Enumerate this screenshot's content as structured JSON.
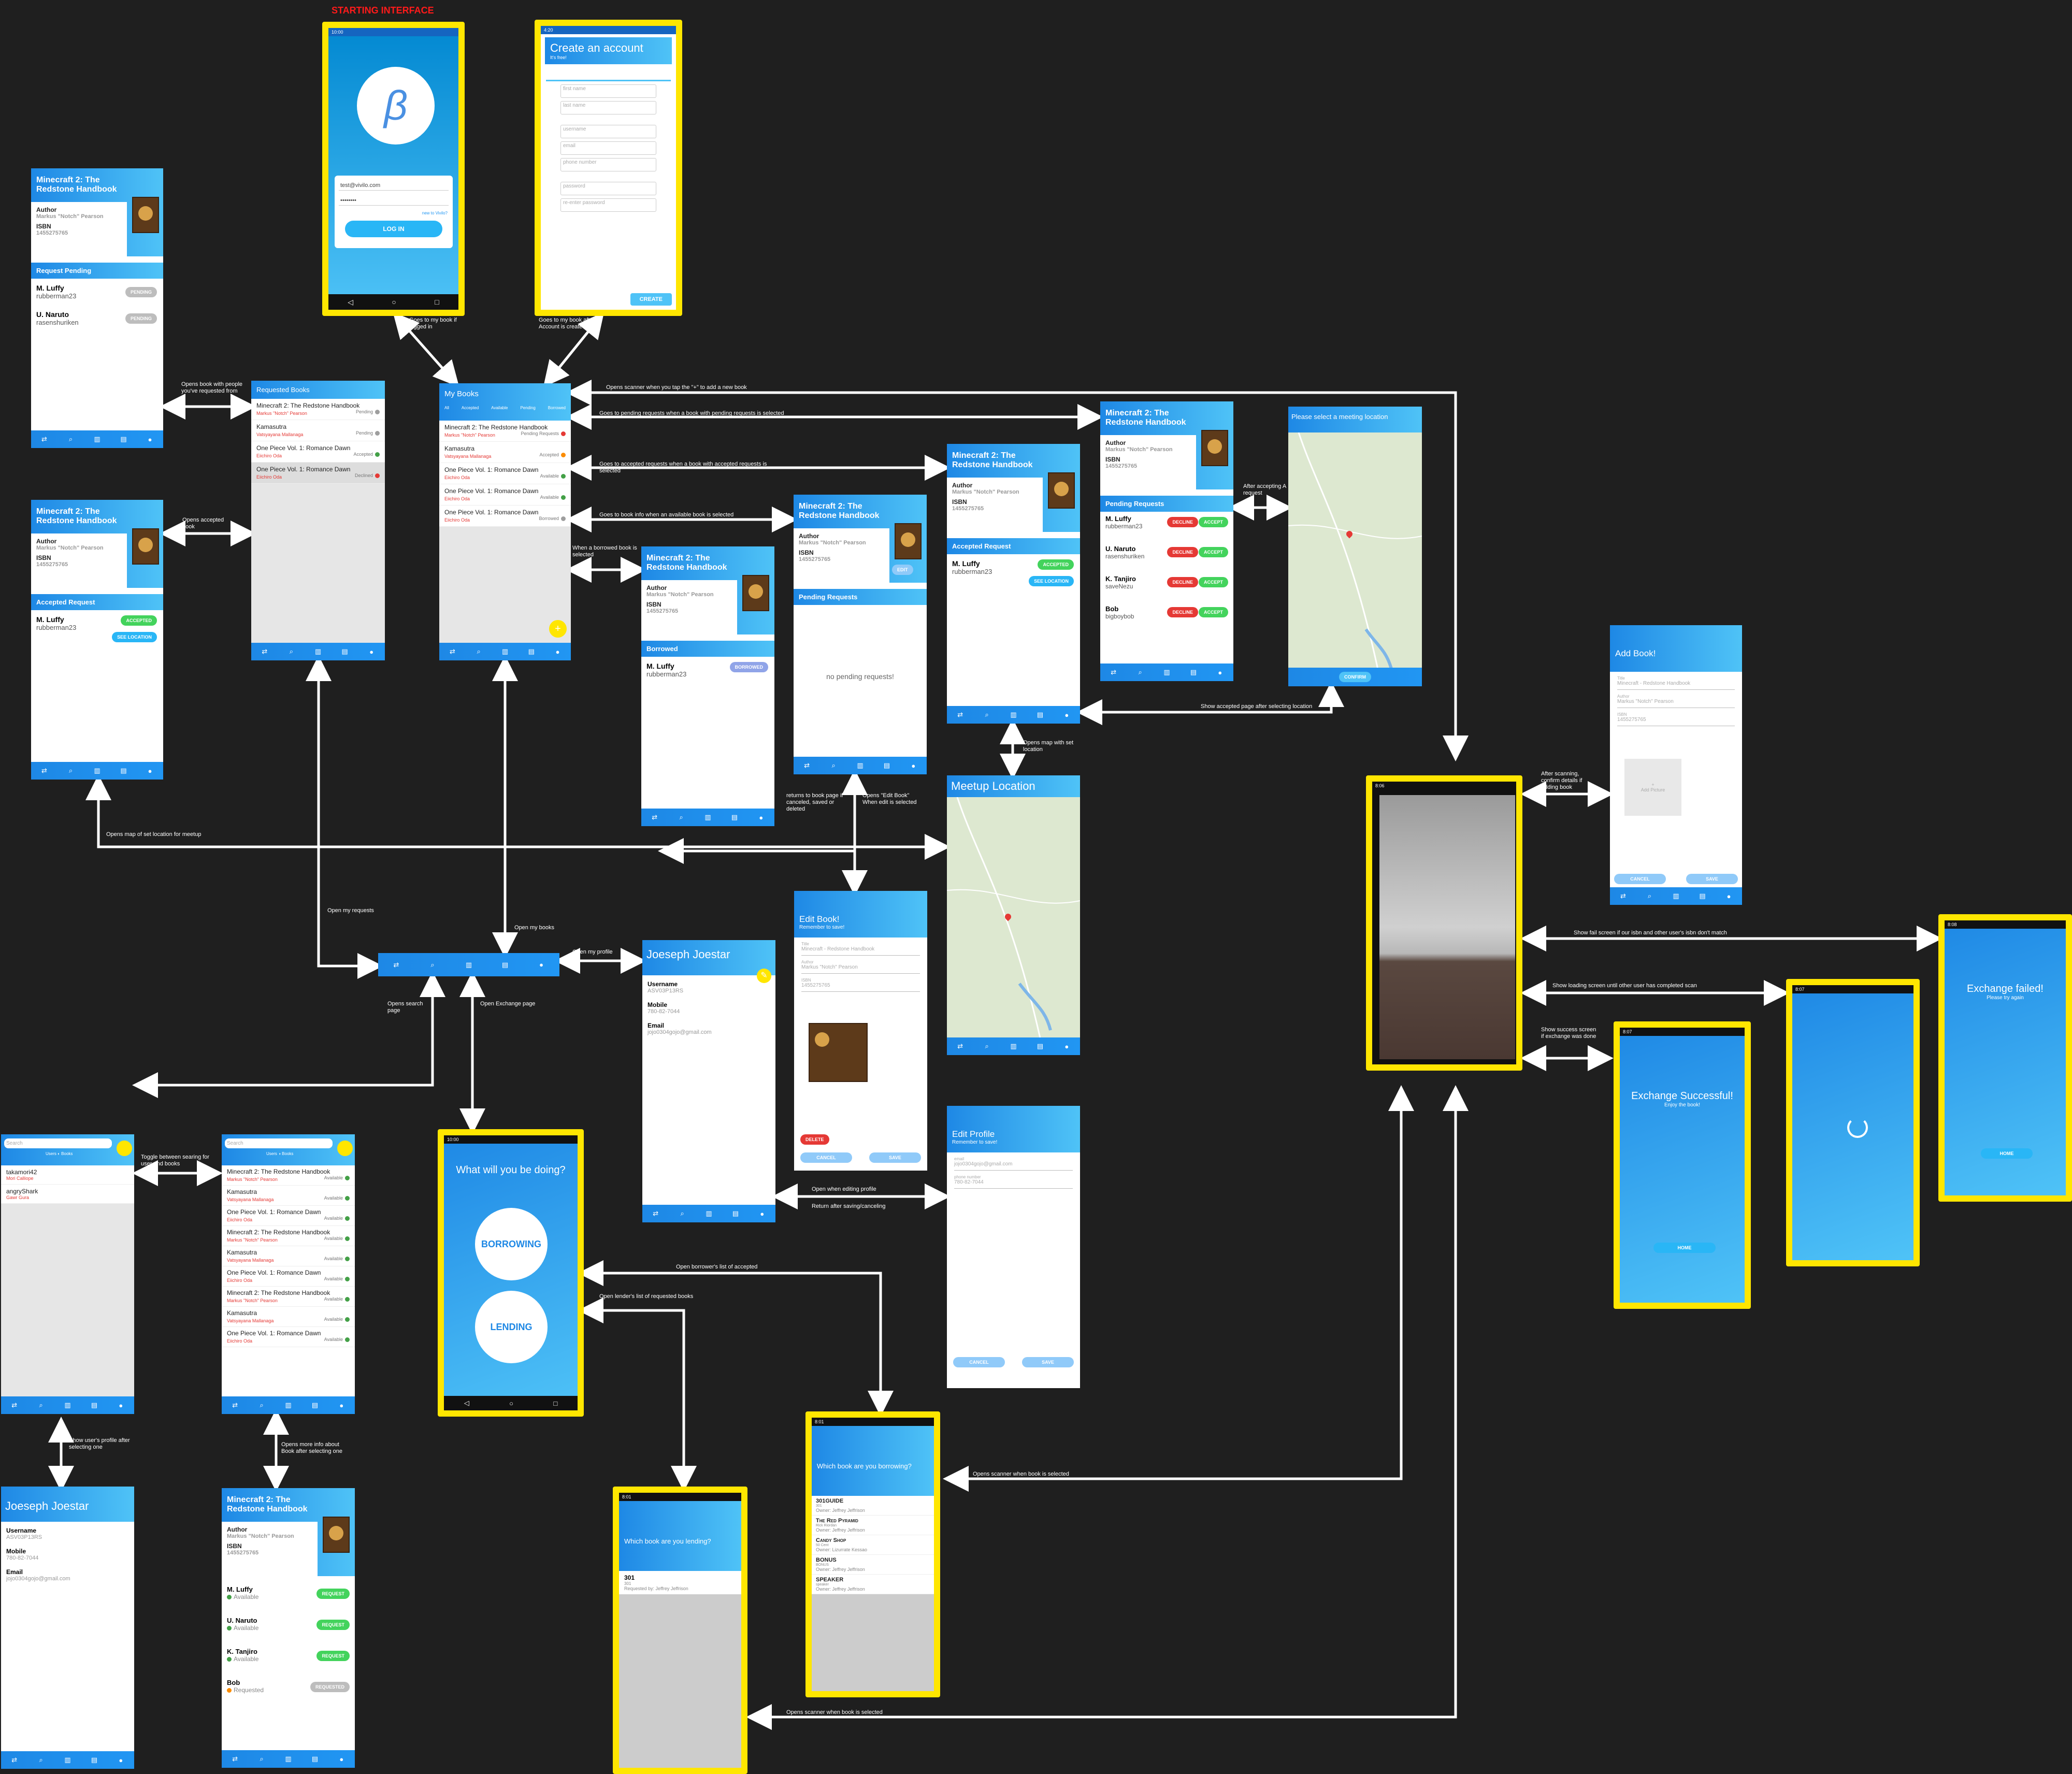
{
  "title": "STARTING INTERFACE",
  "login": {
    "app_title": "Vivilo",
    "logo": "β",
    "email": "test@vivilo.com",
    "password": "••••••••",
    "new_link": "new to Vivilo?",
    "button": "LOG IN",
    "time": "10:00"
  },
  "create_account": {
    "title": "Create an account",
    "subtitle": "It's free!",
    "fields": [
      "first name",
      "last name",
      "username",
      "email",
      "phone number",
      "password",
      "re-enter password"
    ],
    "button": "CREATE",
    "time": "4:20"
  },
  "book": {
    "title": "Minecraft 2: The Redstone Handbook",
    "author_label": "Author",
    "author": "Markus \"Notch\" Pearson",
    "isbn_label": "ISBN",
    "isbn": "1455275765"
  },
  "request_pending_screen": {
    "section": "Request Pending",
    "people": [
      {
        "name": "M. Luffy",
        "user": "rubberman23",
        "status": "PENDING"
      },
      {
        "name": "U. Naruto",
        "user": "rasenshuriken",
        "status": "PENDING"
      }
    ]
  },
  "accepted_request_screen": {
    "section": "Accepted Request",
    "person_name": "M. Luffy",
    "person_user": "rubberman23",
    "status": "ACCEPTED",
    "see_location": "SEE LOCATION"
  },
  "requested_books": {
    "title": "Requested Books",
    "items": [
      {
        "title": "Minecraft 2: The Redstone Handbook",
        "author": "Markus \"Notch\" Pearson",
        "status": "Pending",
        "color": "#9e9e9e"
      },
      {
        "title": "Kamasutra",
        "author": "Vatsyayana Mallanaga",
        "status": "Pending",
        "color": "#9e9e9e"
      },
      {
        "title": "One Piece Vol. 1: Romance Dawn",
        "author": "Eiichiro Oda",
        "status": "Accepted",
        "color": "#43a047"
      },
      {
        "title": "One Piece Vol. 1: Romance Dawn",
        "author": "Eiichiro Oda",
        "status": "Declined",
        "color": "#e53935"
      }
    ]
  },
  "my_books": {
    "title": "My Books",
    "tabs": [
      "All",
      "Accepted",
      "Available",
      "Pending",
      "Borrowed"
    ],
    "items": [
      {
        "title": "Minecraft 2: The Redstone Handbook",
        "author": "Markus \"Notch\" Pearson",
        "status": "Pending Requests",
        "color": "#e53935"
      },
      {
        "title": "Kamasutra",
        "author": "Vatsyayana Mallanaga",
        "status": "Accepted",
        "color": "#fb8c00"
      },
      {
        "title": "One Piece Vol. 1: Romance Dawn",
        "author": "Eiichiro Oda",
        "status": "Available",
        "color": "#43a047"
      },
      {
        "title": "One Piece Vol. 1: Romance Dawn",
        "author": "Eiichiro Oda",
        "status": "Available",
        "color": "#43a047"
      },
      {
        "title": "One Piece Vol. 1: Romance Dawn",
        "author": "Eiichiro Oda",
        "status": "Borrowed",
        "color": "#9e9e9e"
      }
    ]
  },
  "borrowed_screen": {
    "section": "Borrowed",
    "person_name": "M. Luffy",
    "person_user": "rubberman23",
    "status": "BORROWED"
  },
  "pending_empty_screen": {
    "edit": "EDIT",
    "section": "Pending Requests",
    "empty": "no pending requests!"
  },
  "accepted_owner_screen": {
    "section": "Accepted Request",
    "person_name": "M. Luffy",
    "person_user": "rubberman23",
    "status": "ACCEPTED",
    "see_location": "SEE LOCATION"
  },
  "pending_requests_screen": {
    "section": "Pending Requests",
    "people": [
      {
        "name": "M. Luffy",
        "user": "rubberman23"
      },
      {
        "name": "U. Naruto",
        "user": "rasenshuriken"
      },
      {
        "name": "K. Tanjiro",
        "user": "saveNezu"
      },
      {
        "name": "Bob",
        "user": "bigboybob"
      }
    ],
    "decline": "DECLINE",
    "accept": "ACCEPT"
  },
  "meeting_select": {
    "title": "Please select a meeting location",
    "button": "CONFIRM"
  },
  "meetup": {
    "title": "Meetup Location"
  },
  "edit_book": {
    "title": "Edit Book!",
    "subtitle": "Remember to save!",
    "title_label": "Title",
    "title_value": "Minecraft - Redstone Handbook",
    "author_label": "Author",
    "author_value": "Markus \"Notch\" Pearson",
    "isbn_label": "ISBN",
    "isbn_value": "1455275765",
    "delete": "DELETE",
    "cancel": "CANCEL",
    "save": "SAVE"
  },
  "profile": {
    "name": "Joeseph Joestar",
    "username_label": "Username",
    "username": "ASV03P13RS",
    "mobile_label": "Mobile",
    "mobile": "780-82-7044",
    "email_label": "Email",
    "email": "jojo0304gojo@gmail.com"
  },
  "edit_profile": {
    "title": "Edit Profile",
    "subtitle": "Remember to save!",
    "email_label": "email",
    "email": "jojo0304gojo@gmail.com",
    "phone_label": "phone number",
    "phone": "780-82-7044",
    "cancel": "CANCEL",
    "save": "SAVE"
  },
  "add_book": {
    "title": "Add Book!",
    "title_label": "Title",
    "title_value": "Minecraft - Redstone Handbook",
    "author_label": "Author",
    "author_value": "Markus \"Notch\" Pearson",
    "isbn_label": "ISBN",
    "isbn_value": "1455275765",
    "add_picture": "Add Picture",
    "cancel": "CANCEL",
    "save": "SAVE"
  },
  "scanner": {
    "time": "8:06"
  },
  "exchange_failed": {
    "title": "Exchange failed!",
    "subtitle": "Please try again",
    "button": "HOME",
    "time": "8:08"
  },
  "exchange_success": {
    "title": "Exchange Successful!",
    "subtitle": "Enjoy the book!",
    "button": "HOME",
    "time": "8:07"
  },
  "loading": {
    "time": "8:07"
  },
  "exchange_page": {
    "question": "What will you be doing?",
    "borrowing": "BORROWING",
    "lending": "LENDING",
    "time": "10:00"
  },
  "search_users": {
    "placeholder": "Search",
    "users_label": "Users",
    "books_label": "Books",
    "results": [
      {
        "name": "takamori42",
        "sub": "Mori Calliope"
      },
      {
        "name": "angryShark",
        "sub": "Gawr Gura"
      }
    ]
  },
  "search_books": {
    "placeholder": "Search",
    "users_label": "Users",
    "books_label": "Books",
    "results": [
      {
        "title": "Minecraft 2: The Redstone Handbook",
        "author": "Markus \"Notch\" Pearson",
        "status": "Available"
      },
      {
        "title": "Kamasutra",
        "author": "Vatsyayana Mallanaga",
        "status": "Available"
      },
      {
        "title": "One Piece Vol. 1: Romance Dawn",
        "author": "Eiichiro Oda",
        "status": "Available"
      },
      {
        "title": "Minecraft 2: The Redstone Handbook",
        "author": "Markus \"Notch\" Pearson",
        "status": "Available"
      },
      {
        "title": "Kamasutra",
        "author": "Vatsyayana Mallanaga",
        "status": "Available"
      },
      {
        "title": "One Piece Vol. 1: Romance Dawn",
        "author": "Eiichiro Oda",
        "status": "Available"
      },
      {
        "title": "Minecraft 2: The Redstone Handbook",
        "author": "Markus \"Notch\" Pearson",
        "status": "Available"
      },
      {
        "title": "Kamasutra",
        "author": "Vatsyayana Mallanaga",
        "status": "Available"
      },
      {
        "title": "One Piece Vol. 1: Romance Dawn",
        "author": "Eiichiro Oda",
        "status": "Available"
      }
    ]
  },
  "book_request_screen": {
    "people": [
      {
        "name": "M. Luffy",
        "status": "Available",
        "button": "REQUEST",
        "color": "#43a047"
      },
      {
        "name": "U. Naruto",
        "status": "Available",
        "button": "REQUEST",
        "color": "#43a047"
      },
      {
        "name": "K. Tanjiro",
        "status": "Available",
        "button": "REQUEST",
        "color": "#43a047"
      },
      {
        "name": "Bob",
        "status": "Requested",
        "button": "REQUESTED",
        "color": "#fb8c00"
      }
    ]
  },
  "borrowing_list": {
    "question": "Which book are you borrowing?",
    "time": "8:01",
    "items": [
      {
        "title": "301GUIDE",
        "sub": "301",
        "owner": "Owner: Jeffrey Jeffrison"
      },
      {
        "title": "The Red Pyramid",
        "sub": "Rick Riordan",
        "owner": "Owner: Jeffrey Jeffrison"
      },
      {
        "title": "Candy Shop",
        "sub": "50 Cent",
        "owner": "Owner: Lizurrate Kessao"
      },
      {
        "title": "BONUS",
        "sub": "BONUS",
        "owner": "Owner: Jeffrey Jeffrison"
      },
      {
        "title": "SPEAKER",
        "sub": "speaker",
        "owner": "Owner: Jeffrey Jeffrison"
      }
    ]
  },
  "lending_list": {
    "question": "Which book are you lending?",
    "time": "8:01",
    "item_title": "301",
    "item_sub": "301",
    "item_owner": "Requested by: Jeffrey Jeffrison"
  },
  "labels": {
    "l1": "Goes to my book if logged in",
    "l2": "Goes to my book after Account is created",
    "l3": "Opens book with people you've requested from",
    "l4": "Opens accepted book",
    "l5": "Opens scanner when you tap the \"+\" to add a new book",
    "l6": "Goes to pending requests when a book with pending requests is selected",
    "l7": "Goes to accepted requests when a book with accepted requests is selected",
    "l8": "Goes to book info when an available book is selected",
    "l9": "When a borrowed book is selected",
    "l10": "After accepting A request",
    "l11": "Show accepted page after selecting location",
    "l12": "Opens map with set location",
    "l13": "returns to book page if canceled, saved or deleted",
    "l14": "Opens \"Edit Book\" When edit is selected",
    "l15": "Opens map of set location for meetup",
    "l16": "Open my requests",
    "l17": "Open my books",
    "l18": "Open my profile",
    "l19": "Opens search page",
    "l20": "Open Exchange page",
    "l21": "Open when editing profile",
    "l22": "Return after saving/canceling",
    "l23": "Toggle between searing for user and books",
    "l24": "Show user's profile after selecting one",
    "l25": "Opens more info about Book after selecting one",
    "l26": "Open borrower's list of accepted",
    "l27": "Open lender's list of requested books",
    "l28": "Opens scanner when book is selected",
    "l29": "Opens scanner when book is selected",
    "l30": "After scanning, confirm details if adding book",
    "l31": "Show fail screen if our isbn and other user's isbn don't match",
    "l32": "Show loading screen until other user has completed scan",
    "l33": "Show success screen if exchange was done"
  }
}
